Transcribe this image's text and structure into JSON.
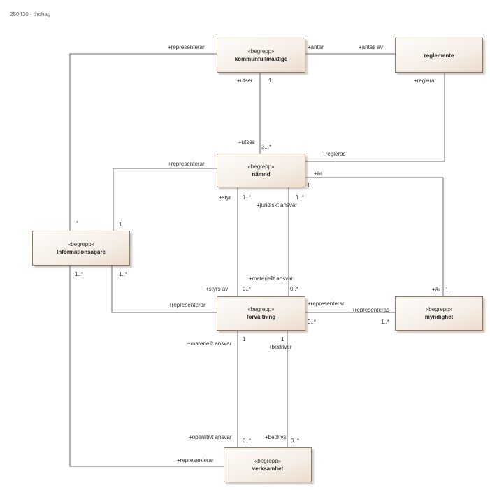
{
  "header": {
    "note": "250430 - thohag"
  },
  "classes": {
    "kommunfullmaktige": {
      "stereotype": "«begrepp»",
      "name": "kommunfullmäktige"
    },
    "reglemente": {
      "stereotype": "",
      "name": "reglemente"
    },
    "namnd": {
      "stereotype": "«begrepp»",
      "name": "nämnd"
    },
    "informationsagare": {
      "stereotype": "«begrepp»",
      "name": "Informationsägare"
    },
    "forvaltning": {
      "stereotype": "«begrepp»",
      "name": "förvaltning"
    },
    "myndighet": {
      "stereotype": "«begrepp»",
      "name": "myndighet"
    },
    "verksamhet": {
      "stereotype": "«begrepp»",
      "name": "verksamhet"
    }
  },
  "labels": {
    "kf_representerar": "+representerar",
    "kf_antar": "+antar",
    "reg_antas_av": "+antas av",
    "kf_utser": "+utser",
    "kf_utser_mult": "1",
    "reg_reglerar": "+reglerar",
    "n_utses": "+utses",
    "n_utses_mult": "3...*",
    "n_regleras": "+regleras",
    "n_representerar": "+representerar",
    "n_ar": "+är",
    "n_ar_mult": "1",
    "n_styr": "+styr",
    "n_styr_mult": "1..*",
    "n_jur_mult": "1..*",
    "n_juridiskt": "+juridiskt ansvar",
    "ia_top_mult": "*",
    "ia_n_mult": "1",
    "ia_bottom_mult": "1..*",
    "ia_f_mult": "1..*",
    "f_materiellt_top": "+materiellt ansvar",
    "f_styrs_av": "+styrs av",
    "f_styrs_mult": "0..*",
    "f_mat_mult": "0..*",
    "m_ar": "+är",
    "m_ar_mult": "1",
    "ia_f_representerar": "+representerar",
    "f_m_representerar": "+representerar",
    "m_representeras": "+representeras",
    "f_m_mult": "0..*",
    "m_f_mult": "1..*",
    "f_materiellt_bottom": "+materiellt ansvar",
    "f_mat_bottom_mult": "1",
    "f_bedriver_mult": "1",
    "f_bedriver": "+bedriver",
    "v_operativt": "+operativt ansvar",
    "v_op_mult": "0..*",
    "v_bedrivs": "+bedrivs",
    "v_bedrivs_mult": "0..*",
    "v_representerar": "+representerar"
  }
}
